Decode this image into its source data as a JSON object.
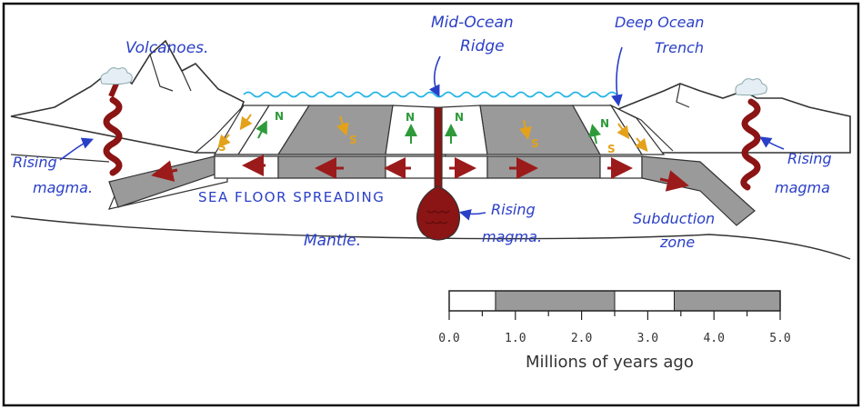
{
  "labels": {
    "volcanoes": "Volcanoes.",
    "mid_ocean_ridge_1": "Mid-Ocean",
    "mid_ocean_ridge_2": "Ridge",
    "deep_ocean_1": "Deep Ocean",
    "deep_ocean_2": "Trench",
    "rising_magma_left_1": "Rising",
    "rising_magma_left_2": "magma.",
    "rising_magma_right_1": "Rising",
    "rising_magma_right_2": "magma",
    "rising_magma_center_1": "Rising",
    "rising_magma_center_2": "magma.",
    "sea_floor_spreading": "SEA FLOOR SPREADING",
    "mantle": "Mantle.",
    "subduction_1": "Subduction",
    "subduction_2": "zone"
  },
  "polarity": {
    "normal": "N",
    "reversed": "S"
  },
  "scale": {
    "ticks": [
      "0.0",
      "1.0",
      "2.0",
      "3.0",
      "4.0",
      "5.0"
    ],
    "title": "Millions of years ago",
    "bands": [
      {
        "from": 0.0,
        "to": 0.7,
        "polarity": "normal"
      },
      {
        "from": 0.7,
        "to": 2.5,
        "polarity": "reversed"
      },
      {
        "from": 2.5,
        "to": 3.4,
        "polarity": "normal"
      },
      {
        "from": 3.4,
        "to": 5.0,
        "polarity": "reversed"
      }
    ]
  },
  "colors": {
    "label": "#2a3fc7",
    "crust_dark": "#9a9a9a",
    "crust_light": "#ffffff",
    "magma": "#8b1414",
    "water": "#1fb3e6",
    "normal_arrow": "#2e9a3a",
    "reversed_arrow": "#e3a21a",
    "motion_arrow": "#9b1b1b"
  }
}
